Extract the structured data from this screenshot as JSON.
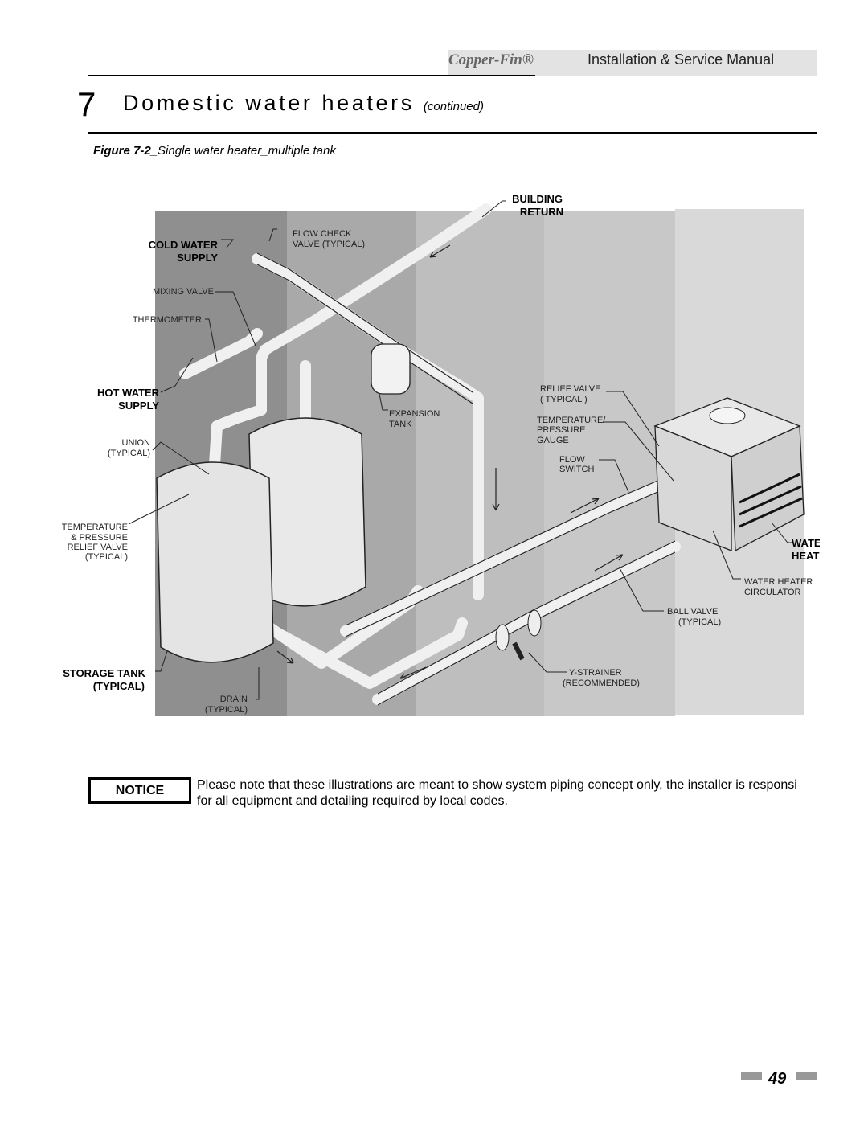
{
  "header": {
    "brand": "Copper-Fin®",
    "manual_title": "Installation & Service Manual"
  },
  "section": {
    "number": "7",
    "title": "Domestic water heaters",
    "continued": "(continued)"
  },
  "figure": {
    "number": "Figure 7-2",
    "caption": "_Single water heater_multiple tank"
  },
  "labels": {
    "building": "BUILDING",
    "return": "RETURN",
    "cold_water": "COLD WATER",
    "supply": "SUPPLY",
    "flow_check_1": "FLOW CHECK",
    "flow_check_2": "VALVE (TYPICAL)",
    "mixing_valve": "MIXING VALVE",
    "thermometer": "THERMOMETER",
    "hot_water": "HOT WATER",
    "hot_supply": "SUPPLY",
    "union_1": "UNION",
    "union_2": "(TYPICAL)",
    "tp_relief_1": "TEMPERATURE",
    "tp_relief_2": "& PRESSURE",
    "tp_relief_3": "RELIEF VALVE",
    "tp_relief_4": "(TYPICAL)",
    "storage_tank": "STORAGE TANK",
    "storage_typical": "(TYPICAL)",
    "drain_1": "DRAIN",
    "drain_2": "(TYPICAL)",
    "expansion_1": "EXPANSION",
    "expansion_2": "TANK",
    "relief_1": "RELIEF VALVE",
    "relief_2": "( TYPICAL )",
    "gauge_1": "TEMPERATURE/",
    "gauge_2": "PRESSURE",
    "gauge_3": "GAUGE",
    "flow_switch_1": "FLOW",
    "flow_switch_2": "SWITCH",
    "water": "WATER",
    "heater": "HEATER",
    "circulator_1": "WATER HEATER",
    "circulator_2": "CIRCULATOR",
    "ball_valve_1": "BALL VALVE",
    "ball_valve_2": "(TYPICAL)",
    "ystrainer_1": "Y-STRAINER",
    "ystrainer_2": "(RECOMMENDED)"
  },
  "notice": {
    "label": "NOTICE",
    "line1": "Please note that these illustrations are meant to show system piping concept only, the installer is responsi",
    "line2": "for all equipment and detailing required by local codes."
  },
  "page_number": "49",
  "colors": {
    "panel1": "#8f8f8f",
    "panel2": "#a9a9a9",
    "panel3": "#bebebe",
    "panel4": "#c8c8c8",
    "panel5": "#d9d9d9",
    "header_box": "#e3e3e3"
  }
}
